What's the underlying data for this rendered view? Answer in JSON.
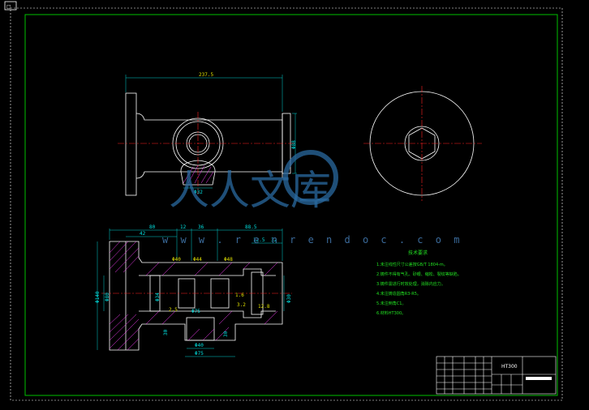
{
  "window": {
    "tab_label": "□"
  },
  "top_view": {
    "overall_length_dim": "237.5",
    "height_dim": "Φ88",
    "bottom_dim": "Φ32"
  },
  "section_view": {
    "top_dims": [
      "80",
      "42",
      "12",
      "36",
      "88.5",
      "12.5",
      "32"
    ],
    "bore_labels": [
      "Φ40",
      "Φ44",
      "Φ48"
    ],
    "left_dims": [
      "Φ140",
      "Φ80"
    ],
    "right_dim": "Φ30",
    "inner_dims": [
      "Φ34",
      "Φ75"
    ],
    "small_dims": [
      "2.5",
      "1.6",
      "3.2",
      "12.8"
    ],
    "bottom_dims": [
      "Φ40",
      "Φ75"
    ],
    "side_dims": [
      "30",
      "30"
    ]
  },
  "tech_notes": {
    "title": "技术要求",
    "lines": [
      "1.未注线性尺寸公差按GB/T 1804-m。",
      "2.铸件不得有气孔、砂眼、缩松、裂纹等缺陷。",
      "3.铸件需进行时效处理，消除内应力。",
      "4.未注铸造圆角R3-R5。",
      "5.未注倒角C1。",
      "6.材料HT300。"
    ]
  },
  "title_block": {
    "material": "HT300"
  },
  "watermark": {
    "main_text": "人人文库",
    "url_text": "w w w . r e n r e n d o c . c o m"
  },
  "colors": {
    "background": "#000000",
    "frame": "#ffffff",
    "inner_frame": "#00c000",
    "part_lines": "#ffffff",
    "center_lines": "#ff2020",
    "dimensions": "#00d0d0",
    "hatch": "#ff40ff",
    "notes": "#22e022"
  }
}
